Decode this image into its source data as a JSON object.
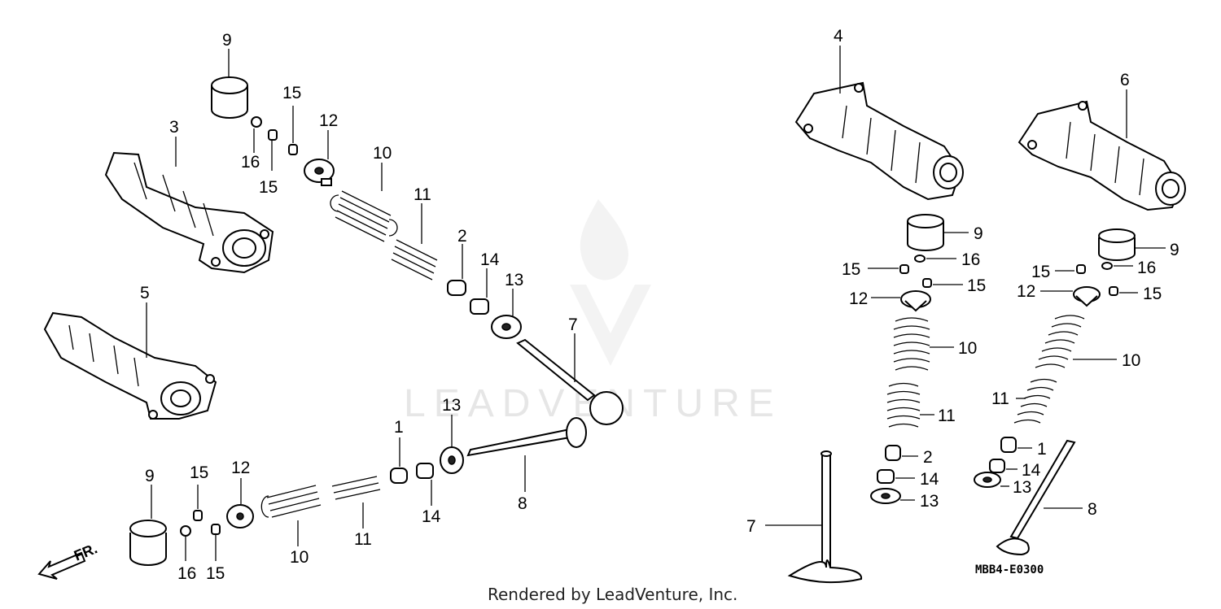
{
  "watermark": {
    "text": "LEADVENTURE"
  },
  "credit": "Rendered by LeadVenture, Inc.",
  "diagram_code": "MBB4-E0300",
  "direction_arrow": {
    "label": "FR."
  },
  "callouts": {
    "left_9": "9",
    "left_15a": "15",
    "left_16": "16",
    "left_15b": "15",
    "left_12": "12",
    "left_3": "3",
    "left_10": "10",
    "left_11": "11",
    "left_2": "2",
    "left_14": "14",
    "left_13": "13",
    "left_7": "7",
    "left_5": "5",
    "bot_9": "9",
    "bot_15a": "15",
    "bot_12": "12",
    "bot_16": "16",
    "bot_15b": "15",
    "bot_10": "10",
    "bot_11": "11",
    "bot_1": "1",
    "bot_14": "14",
    "bot_13": "13",
    "bot_8": "8",
    "r_4": "4",
    "r_9": "9",
    "r_16": "16",
    "r_15a": "15",
    "r_15b": "15",
    "r_12": "12",
    "r_10": "10",
    "r_11": "11",
    "r_2": "2",
    "r_14": "14",
    "r_13": "13",
    "r_7": "7",
    "rr_6": "6",
    "rr_9": "9",
    "rr_15a": "15",
    "rr_16": "16",
    "rr_12": "12",
    "rr_15b": "15",
    "rr_10": "10",
    "rr_11": "11",
    "rr_1": "1",
    "rr_14": "14",
    "rr_13": "13",
    "rr_8": "8"
  }
}
